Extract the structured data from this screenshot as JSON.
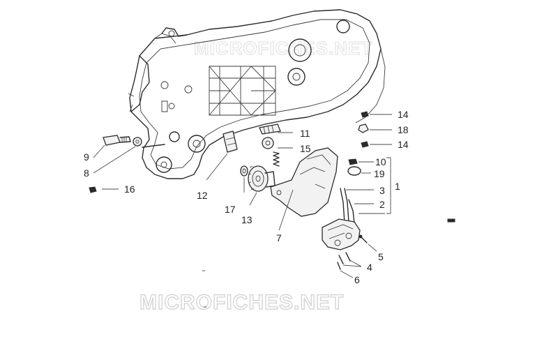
{
  "watermark": {
    "top_text": "MICROFICHES.NET",
    "bottom_text": "MICROFICHES.NET"
  },
  "callouts": {
    "c1": "1",
    "c2": "2",
    "c3": "3",
    "c4": "4",
    "c5": "5",
    "c6": "6",
    "c7": "7",
    "c8": "8",
    "c9": "9",
    "c10": "10",
    "c11": "11",
    "c12": "12",
    "c13": "13",
    "c14a": "14",
    "c14b": "14",
    "c15": "15",
    "c16": "16",
    "c17": "17",
    "c18": "18",
    "c19": "19"
  }
}
